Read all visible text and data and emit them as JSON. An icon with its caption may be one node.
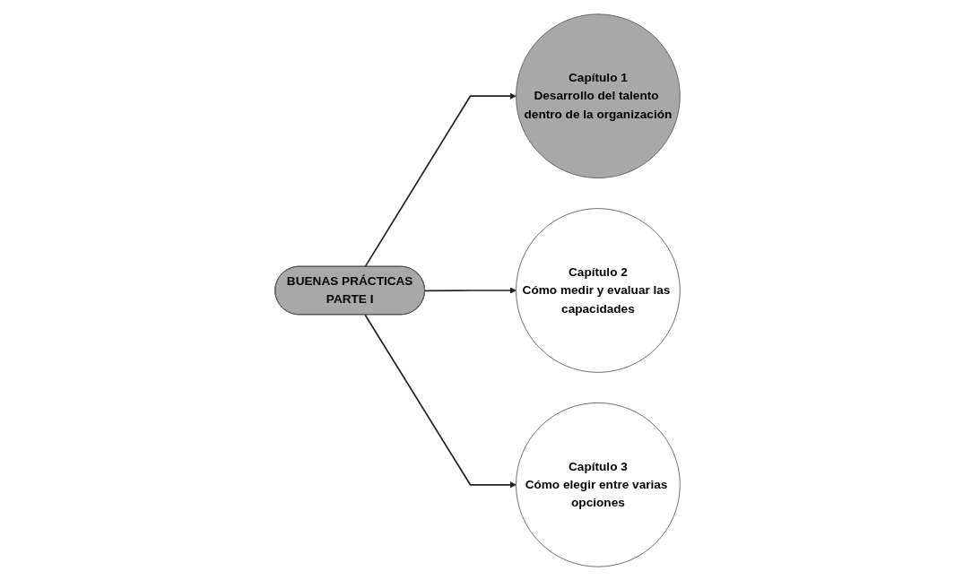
{
  "diagram": {
    "nodes": [
      {
        "text": [
          "BUENAS PRÁCTICAS",
          "PARTE I"
        ]
      },
      {
        "text": [
          "Capítulo 1",
          "Desarrollo del talento dentro de la organización"
        ]
      },
      {
        "text": [
          "Capítulo 2",
          "Cómo medir y evaluar las capacidades"
        ]
      },
      {
        "text": [
          "Capítulo 3",
          "Cómo elegir entre varias opciones"
        ]
      }
    ],
    "edges": [
      {
        "from": 0,
        "to": 1,
        "arrow": "to"
      },
      {
        "from": 0,
        "to": 2,
        "arrow": "to"
      },
      {
        "from": 0,
        "to": 3,
        "arrow": "to"
      }
    ]
  }
}
